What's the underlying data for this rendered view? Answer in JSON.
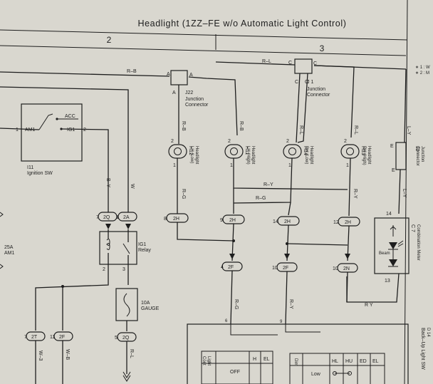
{
  "title": "Headlight (1ZZ–FE w/o Automatic Light Control)",
  "grid": {
    "col2": "2",
    "col3": "3"
  },
  "notes": [
    "∗ 1 : W",
    "∗ 2 : M"
  ],
  "wire_labels": {
    "rb_top": "R–B",
    "rl_top": "R–L",
    "rb_h12": "R–B",
    "rb_h11": "R–B",
    "rl_h14": "R–L",
    "rl_h13": "R–L",
    "rg_h12": "R–G",
    "ry_mid": "R–Y",
    "rg_mid": "R–G",
    "ry_h13": "R–Y",
    "ly_j2": "L–Y",
    "ly_e": "L–Y",
    "by": "B–Y",
    "w": "W",
    "rg_down": "R–G",
    "ry_down": "R–Y",
    "ry_bottom": "R Y",
    "w3": "W–3",
    "wb": "W–B",
    "rl_bottom": "R–L"
  },
  "junctions": {
    "j22": {
      "pin": "A",
      "id": "J22",
      "name": "Junction\nConnector"
    },
    "j1": {
      "pin": "C",
      "id": "J 1",
      "name": "Junction\nConnector"
    },
    "j2": {
      "pin": "E",
      "id": "J2",
      "name": "Junction\nConnector"
    }
  },
  "headlights": [
    {
      "id": "H12",
      "desc": "Headlight\nLH (Low)",
      "top_pin": "2",
      "bot_pin": "1"
    },
    {
      "id": "H11",
      "desc": "Headlight\nLH (High)",
      "top_pin": "2",
      "bot_pin": "1"
    },
    {
      "id": "H14",
      "desc": "Headlight\nRH (Low)",
      "top_pin": "2",
      "bot_pin": "1"
    },
    {
      "id": "H13",
      "desc": "Headlight\nRH (High)",
      "top_pin": "2",
      "bot_pin": "1"
    }
  ],
  "connectors": {
    "c2H_8": "2H",
    "p8": "8",
    "c2H_9": "2H",
    "p9": "9",
    "c2H_14": "2H",
    "p14": "14",
    "c2H_12": "2H",
    "p12": "12",
    "c2F_4": "2F",
    "p4": "4",
    "c2F_10": "2F",
    "p10a": "10",
    "c2N_10": "2N",
    "p10b": "10",
    "c2Q_7": "2Q",
    "p7": "7",
    "c2A_1": "2A",
    "p1": "1",
    "c2T_7": "2T",
    "p7b": "7",
    "c2F_11": "2F",
    "p11": "11",
    "c2Q_5": "2Q",
    "p5": "5"
  },
  "ignition": {
    "id": "I11",
    "name": "Ignition SW",
    "acc": "ACC",
    "am1": "AM1",
    "ig1": "IG1",
    "am1_pin": "1",
    "ig1_pin": "2"
  },
  "fuse_am1": "25A\nAM1",
  "relay": {
    "name": "IG1\nRelay",
    "pins": [
      "2",
      "3"
    ]
  },
  "fuse_gauge": "10A\nGAUGE",
  "meter": {
    "id": "C 7",
    "name": "Combination Meter",
    "beam": "Beam",
    "pin_top": "14",
    "pin_bot": "13"
  },
  "side_text": "Back–Up Light SW",
  "side_text2": "D 14",
  "light_ctrl": {
    "header": [
      "H",
      "EL"
    ],
    "row": "OFF",
    "vlabel": "Light\nCont"
  },
  "dimmer": {
    "header": [
      "HL",
      "HU",
      "ED",
      "EL"
    ],
    "row": "Low",
    "vlabel": "Dim"
  },
  "misc_pins": {
    "p6": "6",
    "p9b": "9"
  }
}
